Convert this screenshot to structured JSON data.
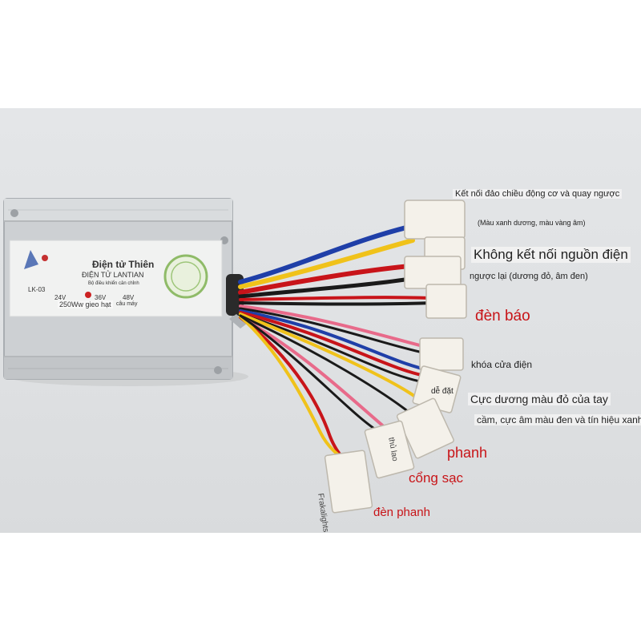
{
  "image": {
    "description_subject": "electric bike motor controller with wiring harness",
    "colors": {
      "background": "#dfe1e3",
      "housing": "#cfd2d4",
      "label_sticker": "#f2f2f2",
      "wire_blue": "#1f3fa8",
      "wire_yellow": "#f0c21a",
      "wire_red": "#c8141a",
      "wire_black": "#1a1a1a",
      "wire_pink": "#e86a8a",
      "connector": "#f4f1ea"
    }
  },
  "controller_label": {
    "brand_line1": "Điện tử Thiên",
    "brand_line2": "ĐIỆN TỬ LANTIAN",
    "model": "LK-03",
    "small_note": "Bộ điều khiển cân chỉnh",
    "voltage_24": "24V",
    "voltage_36": "36V",
    "voltage_48": "48V",
    "power_text": "250Ww gieo hạt",
    "power_suffix": "câu máy"
  },
  "annotations": {
    "motor_reverse": "Kết nối đảo chiều động cơ và quay ngược",
    "motor_colors": "(Màu xanh dương, màu vàng âm)",
    "no_power": "Không kết nối nguồn điện",
    "reverse_colors": "ngược lại (dương đỏ, âm đen)",
    "indicator": "đèn báo",
    "lock": "khóa cửa điện",
    "easy": "dễ đặt",
    "throttle_line1": "Cực dương màu đỏ của tay",
    "throttle_line2": "cầm, cực âm màu đen và tín hiệu xanh",
    "brake": "phanh",
    "charge": "cổng sạc",
    "brake_light": "đèn phanh"
  },
  "connector_texts": {
    "frakalights": "Frakalights",
    "thulao": "thủ lao"
  }
}
